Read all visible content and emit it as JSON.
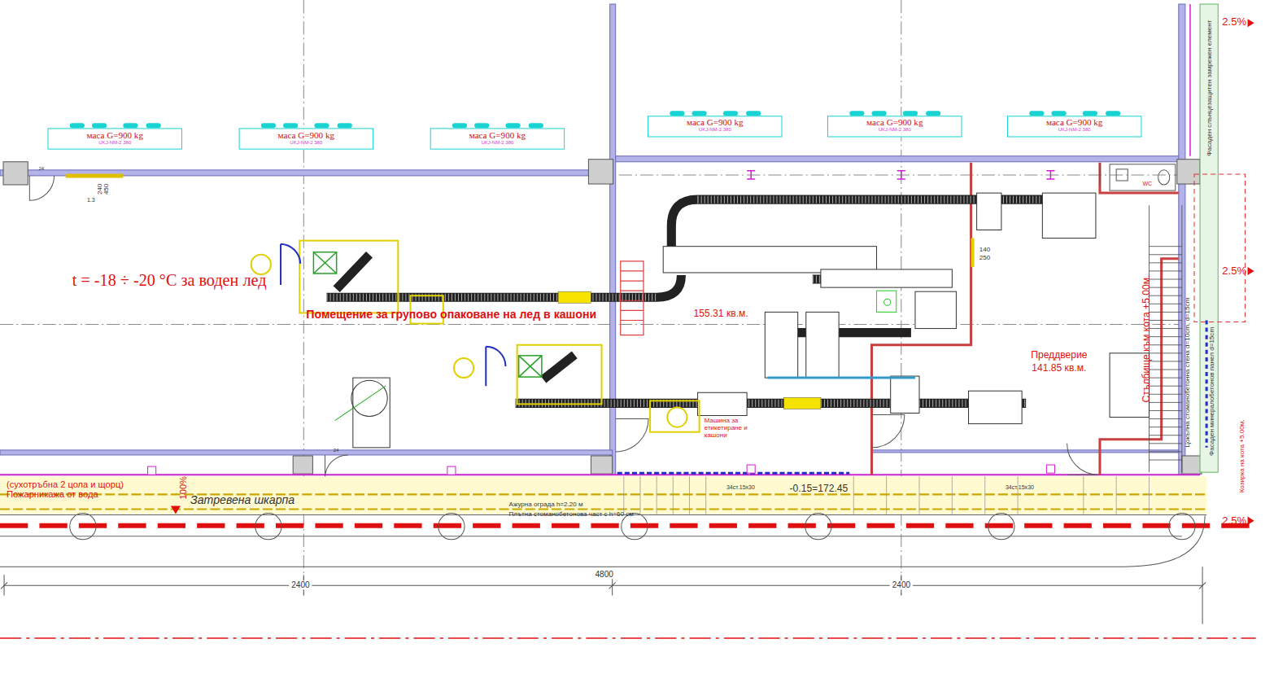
{
  "diagram": {
    "nodes": [
      {
        "text": [
          "маса G=900 kg",
          "UKJ-NM-2 380"
        ]
      },
      {
        "text": [
          "маса G=900 kg",
          "UKJ-NM-2 380"
        ]
      },
      {
        "text": [
          "маса G=900 kg",
          "UKJ-NM-2 380"
        ]
      },
      {
        "text": [
          "маса G=900 kg",
          "UKJ-NM-2 380"
        ]
      },
      {
        "text": [
          "маса G=900 kg",
          "UKJ-NM-2 380"
        ]
      },
      {
        "text": [
          "маса G=900 kg",
          "UKJ-NM-2 380"
        ]
      }
    ],
    "edges": [],
    "labels": [
      "t = -18 ÷ -20 °C за воден лед",
      "Помещение за групово опаковане на лед в кашони",
      "155.31 кв.м.",
      "Преддверие",
      "141.85 кв.м.",
      "Машина за етикетиране и кашони",
      "WC",
      "2.5%",
      "2.5%",
      "2.5%",
      "1.3",
      "240",
      "450",
      "140",
      "250",
      "24",
      "24",
      "Затревена шкарпа",
      "Пожарникажа от вода",
      "(сухотръбна 2 цола и щорц)",
      "100%",
      "-0.15=172.45",
      "34ст.15х30",
      "34ст.15х30",
      "Ажурна ограда h=2.20 м",
      "Плътна стоманобетонова част с h=60 см",
      "2400",
      "4800",
      "2400",
      "Стълбище към кота +5.00м.",
      "Козирка на кота +5.00м.",
      "Цокълна стоманобетонна стена d=10cm, d=15cm",
      "Фасаден минералобетонов панел d=15cm",
      "Фасаден слънцезащитен замрежен елемент"
    ]
  }
}
